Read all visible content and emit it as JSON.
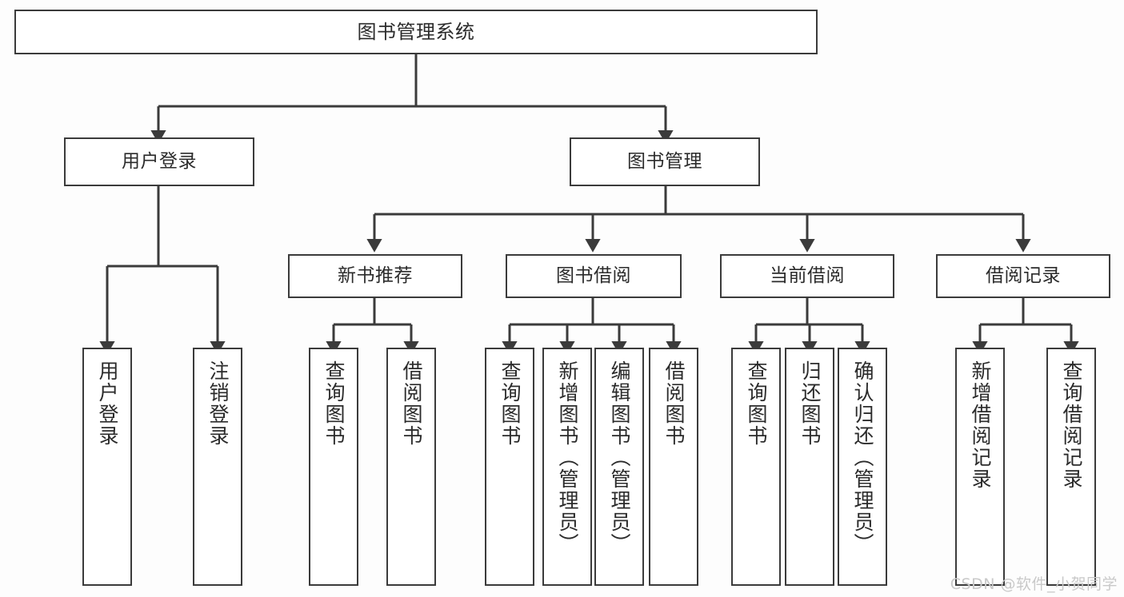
{
  "diagram": {
    "title": "图书管理系统",
    "type": "tree-hierarchy-chart",
    "watermark": "CSDN @软件_小贺同学",
    "colors": {
      "border": "#3b3b3b",
      "node_fill": "#ffffff",
      "canvas": "#fdfdfd",
      "text": "#2b2b2b",
      "watermark": "#c9c9c9"
    },
    "nodes": {
      "root": {
        "label": "图书管理系统"
      },
      "level2": [
        {
          "label": "用户登录"
        },
        {
          "label": "图书管理"
        }
      ],
      "level3": [
        {
          "label": "新书推荐"
        },
        {
          "label": "图书借阅"
        },
        {
          "label": "当前借阅"
        },
        {
          "label": "借阅记录"
        }
      ],
      "leaves_user_login": [
        {
          "label": "用户登录"
        },
        {
          "label": "注销登录"
        }
      ],
      "leaves_new_books": [
        {
          "label": "查询图书"
        },
        {
          "label": "借阅图书"
        }
      ],
      "leaves_borrow": [
        {
          "label": "查询图书"
        },
        {
          "label": "新增图书（管理员）"
        },
        {
          "label": "编辑图书（管理员）"
        },
        {
          "label": "借阅图书"
        }
      ],
      "leaves_current": [
        {
          "label": "查询图书"
        },
        {
          "label": "归还图书"
        },
        {
          "label": "确认归还（管理员）"
        }
      ],
      "leaves_records": [
        {
          "label": "新增借阅记录"
        },
        {
          "label": "查询借阅记录"
        }
      ]
    }
  }
}
